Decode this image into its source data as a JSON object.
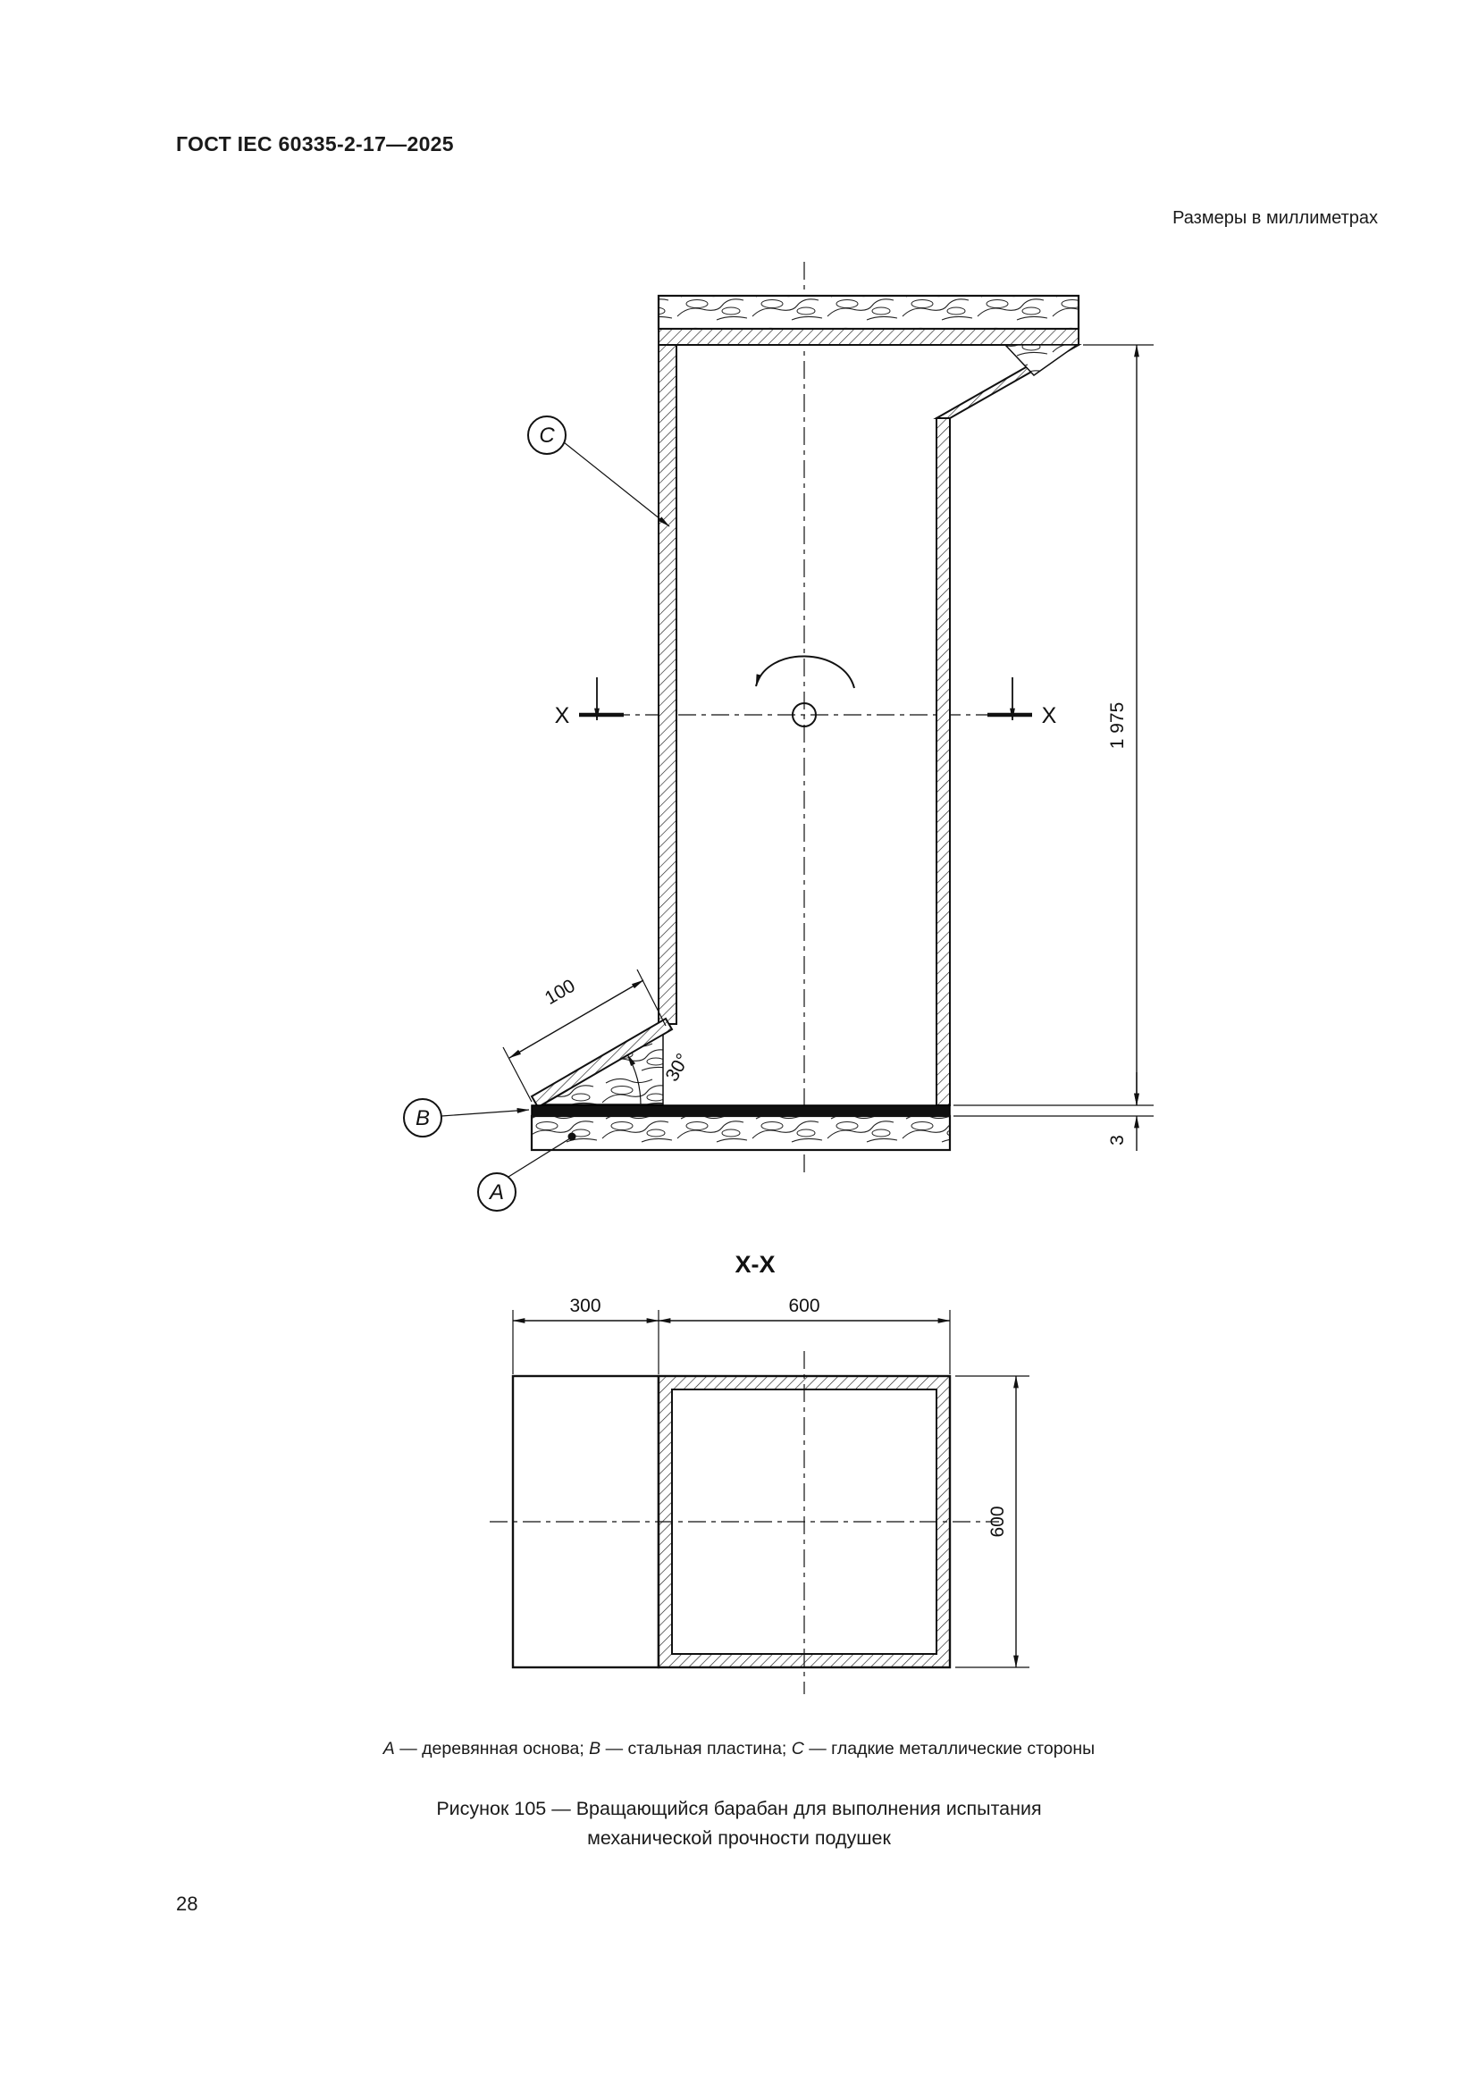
{
  "page": {
    "header_title": "ГОСТ IEC 60335-2-17—2025",
    "units_note": "Размеры в миллиметрах",
    "page_number": "28"
  },
  "drawing": {
    "labels": {
      "a": "А",
      "b": "В",
      "c": "С"
    },
    "section_marker_left": "X",
    "section_marker_right": "X",
    "dims": {
      "height": "1 975",
      "base_thickness": "3",
      "ramp_length": "100",
      "ramp_angle": "30°"
    }
  },
  "section_view": {
    "title": "X-X",
    "dims": {
      "left_extension": "300",
      "width": "600",
      "height": "600"
    }
  },
  "legend": {
    "a_letter": "А",
    "a_text": " — деревянная основа; ",
    "b_letter": "В",
    "b_text": " — стальная пластина; ",
    "c_letter": "С",
    "c_text": " — гладкие металлические стороны"
  },
  "caption": {
    "line1": "Рисунок 105 — Вращающийся барабан для выполнения испытания",
    "line2": "механической прочности подушек"
  }
}
